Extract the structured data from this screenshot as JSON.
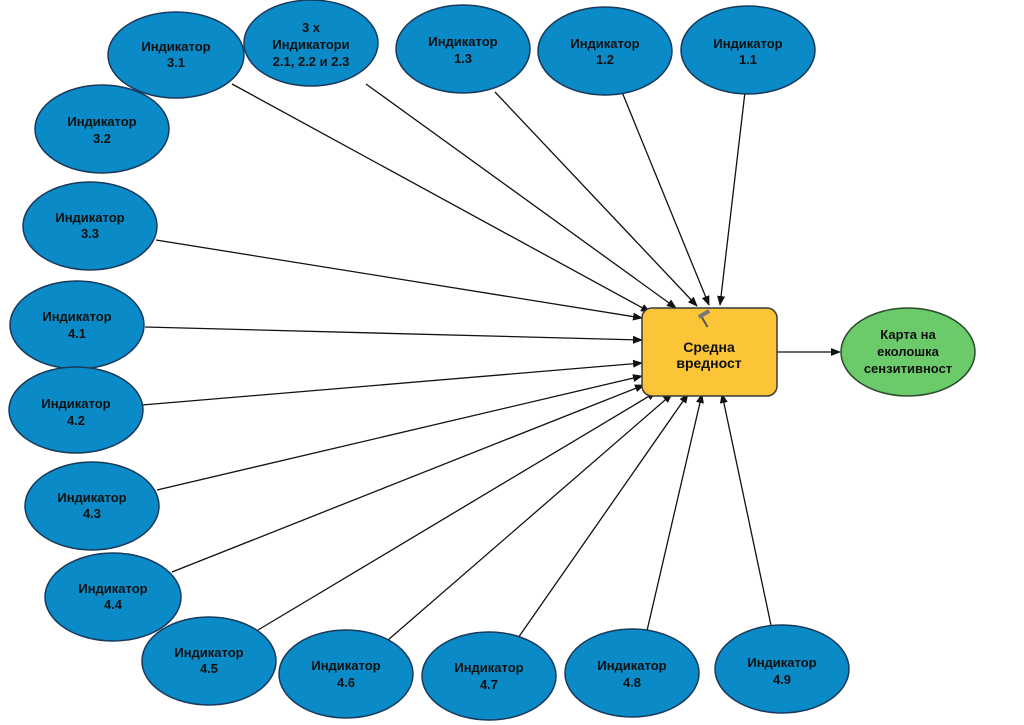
{
  "nodes": {
    "ind_3_1": {
      "line1": "Индикатор",
      "line2": "3.1"
    },
    "ind_multi": {
      "line1": "3 x",
      "line2": "Индикатори",
      "line3": "2.1, 2.2 и 2.3"
    },
    "ind_1_3": {
      "line1": "Индикатор",
      "line2": "1.3"
    },
    "ind_1_2": {
      "line1": "Индикатор",
      "line2": "1.2"
    },
    "ind_1_1": {
      "line1": "Индикатор",
      "line2": "1.1"
    },
    "ind_3_2": {
      "line1": "Индикатор",
      "line2": "3.2"
    },
    "ind_3_3": {
      "line1": "Индикатор",
      "line2": "3.3"
    },
    "ind_4_1": {
      "line1": "Индикатор",
      "line2": "4.1"
    },
    "ind_4_2": {
      "line1": "Индикатор",
      "line2": "4.2"
    },
    "ind_4_3": {
      "line1": "Индикатор",
      "line2": "4.3"
    },
    "ind_4_4": {
      "line1": "Индикатор",
      "line2": "4.4"
    },
    "ind_4_5": {
      "line1": "Индикатор",
      "line2": "4.5"
    },
    "ind_4_6": {
      "line1": "Индикатор",
      "line2": "4.6"
    },
    "ind_4_7": {
      "line1": "Индикатор",
      "line2": "4.7"
    },
    "ind_4_8": {
      "line1": "Индикатор",
      "line2": "4.8"
    },
    "ind_4_9": {
      "line1": "Индикатор",
      "line2": "4.9"
    }
  },
  "tool": {
    "line1": "Средна",
    "line2": "вредност",
    "icon": "hammer-icon"
  },
  "output": {
    "line1": "Карта на",
    "line2": "еколошка",
    "line3": "сензитивност"
  },
  "colors": {
    "input_fill": "#0a8ac7",
    "input_stroke": "#1a3a5c",
    "tool_fill": "#fcc437",
    "tool_stroke": "#3a3a3a",
    "output_fill": "#6bcb6b",
    "output_stroke": "#2a4a2a",
    "arrow": "#111111"
  }
}
